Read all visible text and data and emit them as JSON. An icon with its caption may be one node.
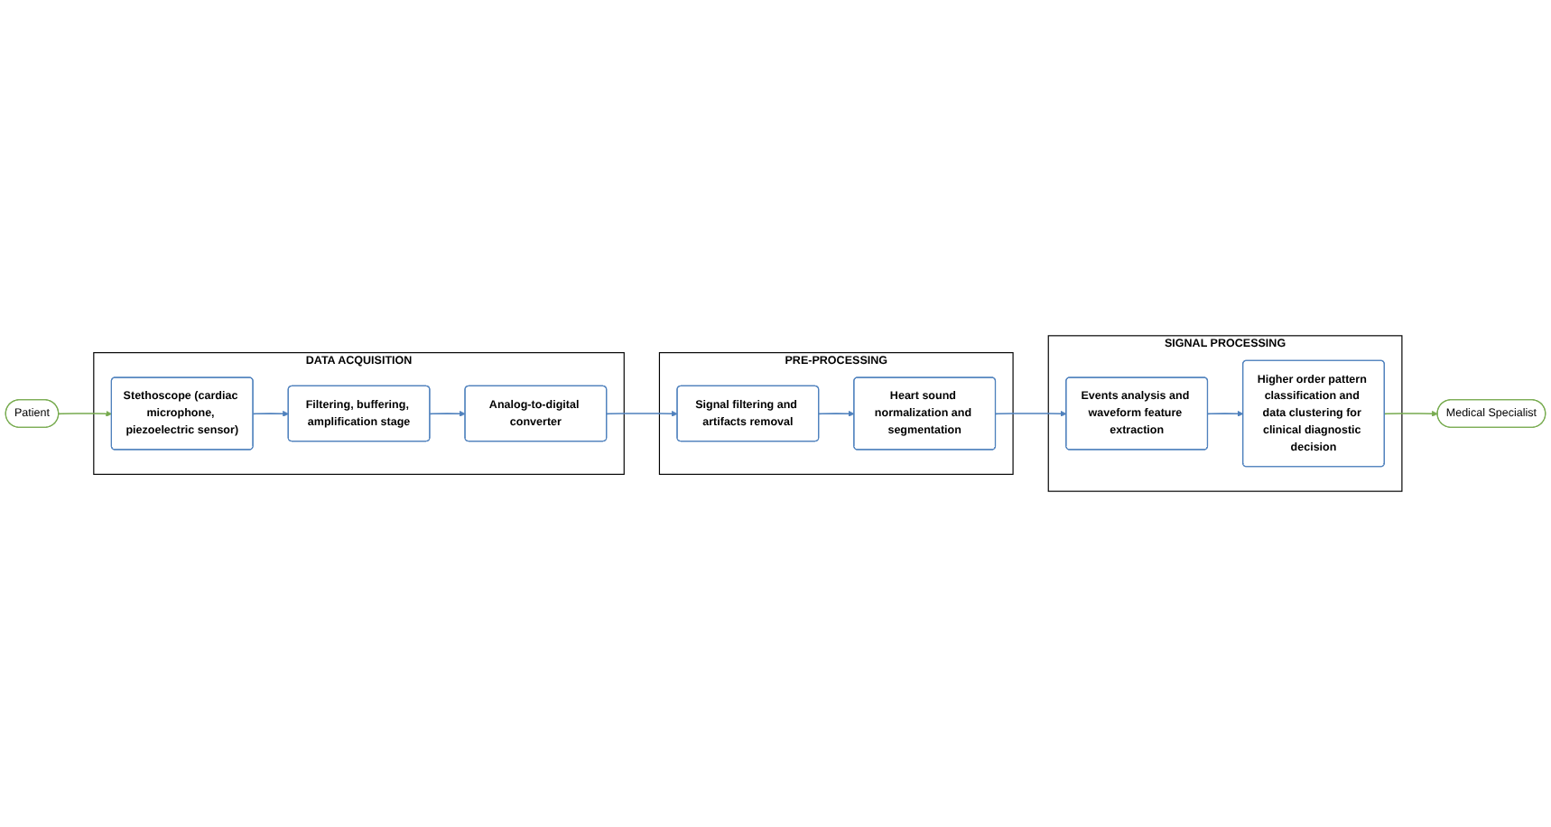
{
  "diagram": {
    "nodes": [
      {
        "text": [
          "Patient"
        ]
      },
      {
        "text": [
          "DATA ACQUISITION"
        ]
      },
      {
        "text": [
          "Stethoscope (cardiac microphone, piezoelectric sensor)"
        ],
        "in": 1
      },
      {
        "text": [
          "Filtering, buffering, amplification stage"
        ],
        "in": 1
      },
      {
        "text": [
          "Analog-to-digital converter"
        ],
        "in": 1
      },
      {
        "text": [
          "PRE-PROCESSING"
        ]
      },
      {
        "text": [
          "Heart sound normalization and segmentation"
        ],
        "in": 5
      },
      {
        "text": [
          "Signal filtering and artifacts removal"
        ],
        "in": 5
      },
      {
        "text": [
          "SIGNAL PROCESSING"
        ]
      },
      {
        "text": [
          "Events analysis and waveform feature extraction"
        ],
        "in": 8
      },
      {
        "text": [
          "Higher order pattern classification and data clustering for clinical diagnostic decision"
        ],
        "in": 8
      },
      {
        "text": [
          "Medical Specialist"
        ]
      }
    ],
    "edges": [
      {
        "from": 0,
        "to": 2,
        "arrow": "to",
        "color": "#77ab4f"
      },
      {
        "from": 2,
        "to": 3,
        "arrow": "to"
      },
      {
        "from": 3,
        "to": 4,
        "arrow": "to"
      },
      {
        "from": 4,
        "to": 7,
        "arrow": "to"
      },
      {
        "from": 7,
        "to": 6,
        "arrow": "to"
      },
      {
        "from": 6,
        "to": 9,
        "arrow": "to"
      },
      {
        "from": 9,
        "to": 10,
        "arrow": "to"
      },
      {
        "from": 10,
        "to": 11,
        "arrow": "to",
        "color": "#77ab4f"
      }
    ]
  }
}
